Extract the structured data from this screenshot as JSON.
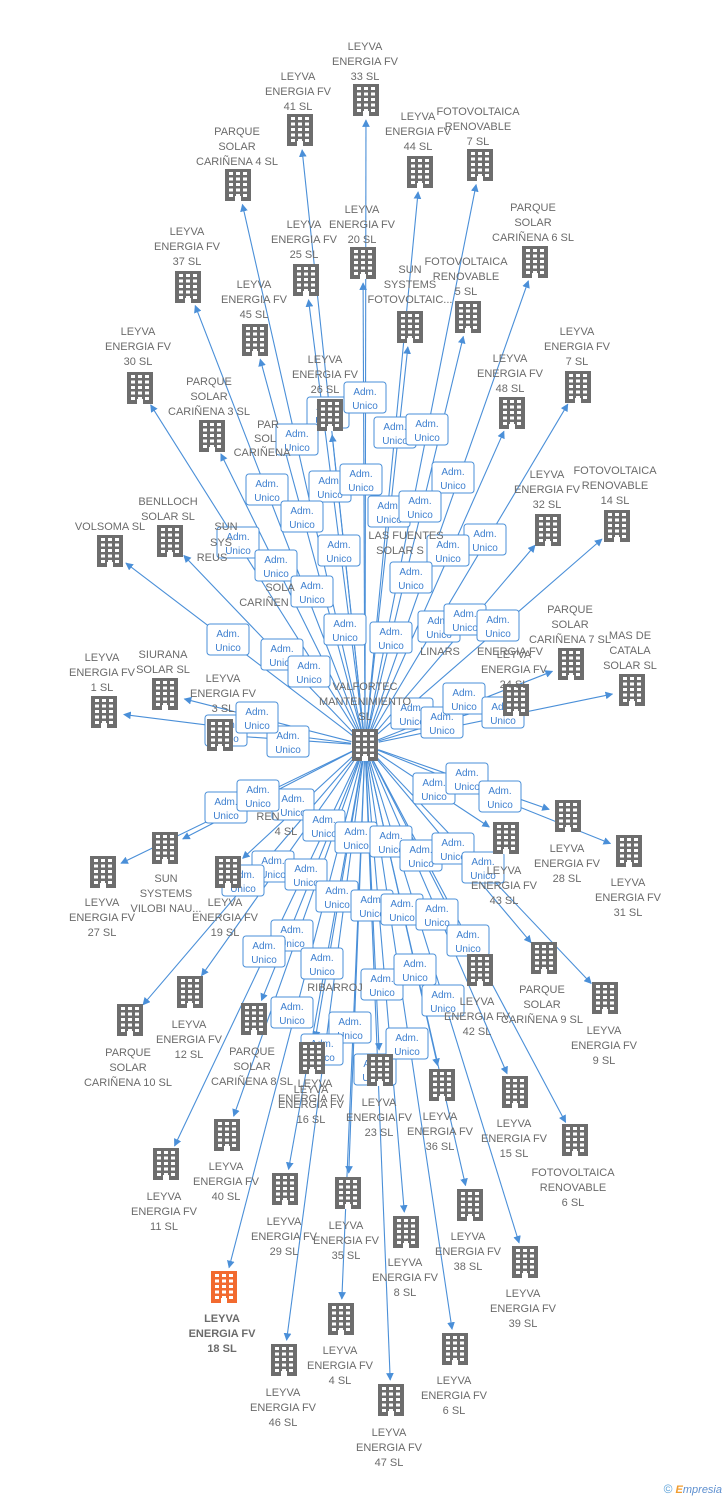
{
  "colors": {
    "edge": "#4a8fd8",
    "building": "#6d6d6d",
    "highlight": "#f26a2f",
    "badge_border": "#4a8fd8",
    "badge_text": "#3d7fcf"
  },
  "center": {
    "name": "VALFORTEC MANTENIMIENTO SL",
    "lines": [
      "VALFORTEC",
      "MANTENIMIENTO",
      "SL"
    ],
    "icon": "building-icon"
  },
  "badge": {
    "line1": "Adm.",
    "line2": "Unico"
  },
  "footer": {
    "copyright": "©",
    "brand_e": "E",
    "brand_rest": "mpresia"
  },
  "nodes": [
    {
      "id": "n33",
      "lines": [
        "LEYVA",
        "ENERGIA FV",
        "33 SL"
      ]
    },
    {
      "id": "n41",
      "lines": [
        "LEYVA",
        "ENERGIA FV",
        "41 SL"
      ]
    },
    {
      "id": "n44",
      "lines": [
        "LEYVA",
        "ENERGIA FV",
        "44 SL"
      ]
    },
    {
      "id": "fr7",
      "lines": [
        "FOTOVOLTAICA",
        "RENOVABLE",
        "7 SL"
      ]
    },
    {
      "id": "pc4",
      "lines": [
        "PARQUE",
        "SOLAR",
        "CARIÑENA 4 SL"
      ]
    },
    {
      "id": "n20",
      "lines": [
        "LEYVA",
        "ENERGIA FV",
        "20 SL"
      ]
    },
    {
      "id": "n25",
      "lines": [
        "LEYVA",
        "ENERGIA FV",
        "25 SL"
      ]
    },
    {
      "id": "n37",
      "lines": [
        "LEYVA",
        "ENERGIA FV",
        "37 SL"
      ]
    },
    {
      "id": "pc6",
      "lines": [
        "PARQUE",
        "SOLAR",
        "CARIÑENA 6 SL"
      ]
    },
    {
      "id": "fr5",
      "lines": [
        "FOTOVOLTAICA",
        "RENOVABLE",
        "5 SL"
      ]
    },
    {
      "id": "ssf",
      "lines": [
        "SUN",
        "SYSTEMS",
        "FOTOVOLTAIC..."
      ]
    },
    {
      "id": "n45",
      "lines": [
        "LEYVA",
        "ENERGIA FV",
        "45 SL"
      ]
    },
    {
      "id": "n30",
      "lines": [
        "LEYVA",
        "ENERGIA FV",
        "30 SL"
      ]
    },
    {
      "id": "n7",
      "lines": [
        "LEYVA",
        "ENERGIA FV",
        "7 SL"
      ]
    },
    {
      "id": "n48",
      "lines": [
        "LEYVA",
        "ENERGIA FV",
        "48 SL"
      ]
    },
    {
      "id": "n26",
      "lines": [
        "LEYVA",
        "ENERGIA FV",
        "26 SL"
      ]
    },
    {
      "id": "pc3",
      "lines": [
        "PARQUE",
        "SOLAR",
        "CARIÑENA 3 SL"
      ]
    },
    {
      "id": "fr14",
      "lines": [
        "FOTOVOLTAICA",
        "RENOVABLE",
        "14 SL"
      ]
    },
    {
      "id": "n32",
      "lines": [
        "LEYVA",
        "ENERGIA FV",
        "32 SL"
      ]
    },
    {
      "id": "ben",
      "lines": [
        "BENLLOCH",
        "SOLAR SL"
      ]
    },
    {
      "id": "vol",
      "lines": [
        "VOLSOMA SL"
      ]
    },
    {
      "id": "pc7",
      "lines": [
        "PARQUE",
        "SOLAR",
        "CARIÑENA 7 SL"
      ]
    },
    {
      "id": "mas",
      "lines": [
        "MAS DE",
        "CATALA",
        "SOLAR SL"
      ]
    },
    {
      "id": "n24",
      "lines": [
        "LEYVA",
        "ENERGIA FV",
        "24 SL"
      ]
    },
    {
      "id": "siu",
      "lines": [
        "SIURANA",
        "SOLAR SL"
      ]
    },
    {
      "id": "n1",
      "lines": [
        "LEYVA",
        "ENERGIA FV",
        "1 SL"
      ]
    },
    {
      "id": "n3",
      "lines": [
        "LEYVA",
        "ENERGIA FV",
        "3 SL"
      ]
    },
    {
      "id": "n28",
      "lines": [
        "LEYVA",
        "ENERGIA FV",
        "28 SL"
      ]
    },
    {
      "id": "n31",
      "lines": [
        "LEYVA",
        "ENERGIA FV",
        "31 SL"
      ]
    },
    {
      "id": "ssv",
      "lines": [
        "SUN",
        "SYSTEMS",
        "VILOBI NAU..."
      ]
    },
    {
      "id": "n27",
      "lines": [
        "LEYVA",
        "ENERGIA FV",
        "27 SL"
      ]
    },
    {
      "id": "n19",
      "lines": [
        "LEYVA",
        "ENERGIA FV",
        "19 SL"
      ]
    },
    {
      "id": "n43",
      "lines": [
        "LEYVA",
        "ENERGIA FV",
        "43 SL"
      ]
    },
    {
      "id": "pc9",
      "lines": [
        "PARQUE",
        "SOLAR",
        "CARIÑENA 9 SL"
      ]
    },
    {
      "id": "n9",
      "lines": [
        "LEYVA",
        "ENERGIA FV",
        "9 SL"
      ]
    },
    {
      "id": "n42",
      "lines": [
        "LEYVA",
        "ENERGIA FV",
        "42 SL"
      ]
    },
    {
      "id": "n12",
      "lines": [
        "LEYVA",
        "ENERGIA FV",
        "12 SL"
      ]
    },
    {
      "id": "pc10",
      "lines": [
        "PARQUE",
        "SOLAR",
        "CARIÑENA 10 SL"
      ]
    },
    {
      "id": "pc8",
      "lines": [
        "PARQUE",
        "SOLAR",
        "CARIÑENA 8 SL"
      ]
    },
    {
      "id": "n16",
      "lines": [
        "LEYVA",
        "ENERGIA FV",
        "16 SL"
      ]
    },
    {
      "id": "n23",
      "lines": [
        "LEYVA",
        "ENERGIA FV",
        "23 SL"
      ]
    },
    {
      "id": "n36",
      "lines": [
        "LEYVA",
        "ENERGIA FV",
        "36 SL"
      ]
    },
    {
      "id": "n15",
      "lines": [
        "LEYVA",
        "ENERGIA FV",
        "15 SL"
      ]
    },
    {
      "id": "fr6",
      "lines": [
        "FOTOVOLTAICA",
        "RENOVABLE",
        "6 SL"
      ]
    },
    {
      "id": "n40",
      "lines": [
        "LEYVA",
        "ENERGIA FV",
        "40 SL"
      ]
    },
    {
      "id": "n11",
      "lines": [
        "LEYVA",
        "ENERGIA FV",
        "11 SL"
      ]
    },
    {
      "id": "n29",
      "lines": [
        "LEYVA",
        "ENERGIA FV",
        "29 SL"
      ]
    },
    {
      "id": "n35",
      "lines": [
        "LEYVA",
        "ENERGIA FV",
        "35 SL"
      ]
    },
    {
      "id": "n38",
      "lines": [
        "LEYVA",
        "ENERGIA FV",
        "38 SL"
      ]
    },
    {
      "id": "n8",
      "lines": [
        "LEYVA",
        "ENERGIA FV",
        "8 SL"
      ]
    },
    {
      "id": "n39",
      "lines": [
        "LEYVA",
        "ENERGIA FV",
        "39 SL"
      ]
    },
    {
      "id": "n18",
      "lines": [
        "LEYVA",
        "ENERGIA FV",
        "18 SL"
      ],
      "highlight": true
    },
    {
      "id": "n4",
      "lines": [
        "LEYVA",
        "ENERGIA FV",
        "4 SL"
      ]
    },
    {
      "id": "n6",
      "lines": [
        "LEYVA",
        "ENERGIA FV",
        "6 SL"
      ]
    },
    {
      "id": "n46",
      "lines": [
        "LEYVA",
        "ENERGIA FV",
        "46 SL"
      ]
    },
    {
      "id": "n47",
      "lines": [
        "LEYVA",
        "ENERGIA FV",
        "47 SL"
      ]
    }
  ],
  "partial_labels": [
    {
      "id": "p1",
      "text": "PAR"
    },
    {
      "id": "p2",
      "text": "SOL"
    },
    {
      "id": "p3",
      "text": "CARIÑENA"
    },
    {
      "id": "p4",
      "text": "LAS FUENTES"
    },
    {
      "id": "p5",
      "text": "SOLAR S"
    },
    {
      "id": "p6",
      "text": "SUN"
    },
    {
      "id": "p7",
      "text": "SYS"
    },
    {
      "id": "p8",
      "text": "REUS"
    },
    {
      "id": "p9",
      "text": "SOLA"
    },
    {
      "id": "p10",
      "text": "CARIÑEN"
    },
    {
      "id": "p11",
      "text": "LINARS"
    },
    {
      "id": "p12",
      "text": "ENERGIA FV"
    },
    {
      "id": "p13",
      "text": "RIBARROJ"
    },
    {
      "id": "p14",
      "text": "REN"
    },
    {
      "id": "p15",
      "text": "4 SL"
    },
    {
      "id": "p16",
      "text": "LEYVA"
    },
    {
      "id": "p17",
      "text": "ENERGIA FV"
    }
  ]
}
